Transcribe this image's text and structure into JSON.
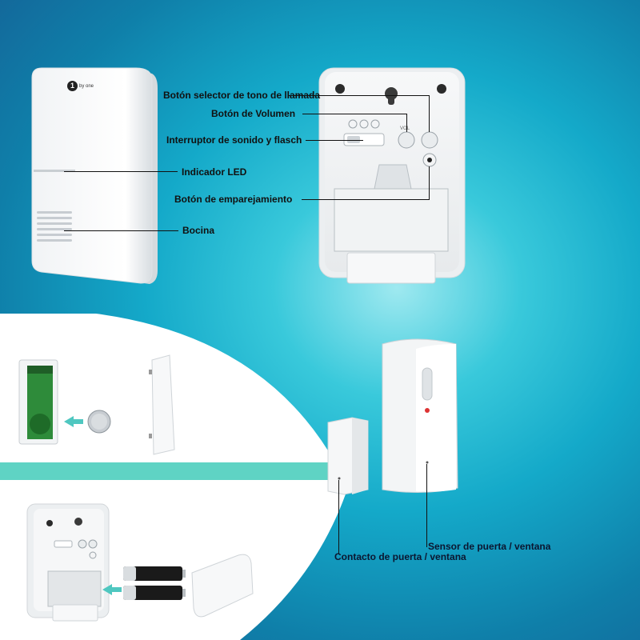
{
  "brand": {
    "logo_mark": "1",
    "logo_text": "by one"
  },
  "receiver_labels": {
    "ringtone_button": "Botón selector de tono de llamada",
    "volume_button": "Botón de Volumen",
    "sound_flash_switch": "Interruptor de sonido y flasch",
    "led_indicator": "Indicador LED",
    "pairing_button": "Botón de emparejamiento",
    "speaker": "Bocina"
  },
  "back_panel_marks": {
    "vol": "VOL"
  },
  "sensor_labels": {
    "door_sensor": "Sensor de puerta / ventana",
    "door_contact": "Contacto de puerta / ventana"
  },
  "colors": {
    "bg_center": "#9fe9f0",
    "bg_edge": "#155f95",
    "accent_strip": "#5fd3c4",
    "arrow": "#4fc7c0",
    "battery_green": "#2e8b3a"
  }
}
